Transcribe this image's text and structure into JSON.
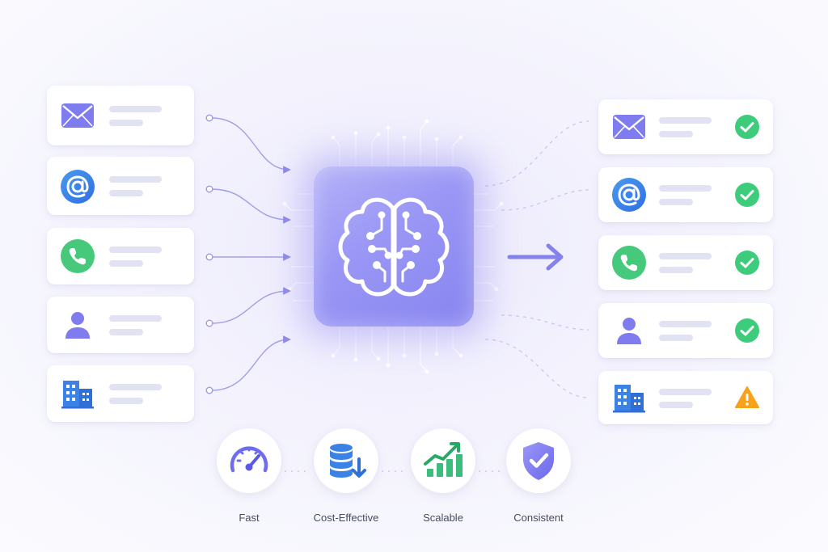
{
  "diagram": {
    "input_cards": [
      {
        "icon": "mail-icon"
      },
      {
        "icon": "at-sign-icon"
      },
      {
        "icon": "phone-icon"
      },
      {
        "icon": "person-icon"
      },
      {
        "icon": "building-icon"
      }
    ],
    "output_cards": [
      {
        "icon": "mail-icon",
        "status": "check-icon"
      },
      {
        "icon": "at-sign-icon",
        "status": "check-icon"
      },
      {
        "icon": "phone-icon",
        "status": "check-icon"
      },
      {
        "icon": "person-icon",
        "status": "check-icon"
      },
      {
        "icon": "building-icon",
        "status": "warning-icon"
      }
    ],
    "center_icon": "brain-chip-icon",
    "features": [
      {
        "label": "Fast",
        "icon": "speedometer-icon"
      },
      {
        "label": "Cost-Effective",
        "icon": "database-down-icon"
      },
      {
        "label": "Scalable",
        "icon": "growth-chart-icon"
      },
      {
        "label": "Consistent",
        "icon": "shield-check-icon"
      }
    ]
  },
  "colors": {
    "accent_purple": "#7f7cf0",
    "connector": "#a29fe8",
    "success_green": "#3ccc7b",
    "warning_orange": "#f7a21b",
    "email_blue": "#2f7de6",
    "phone_green": "#46c97a",
    "building_blue": "#3b82e6"
  }
}
